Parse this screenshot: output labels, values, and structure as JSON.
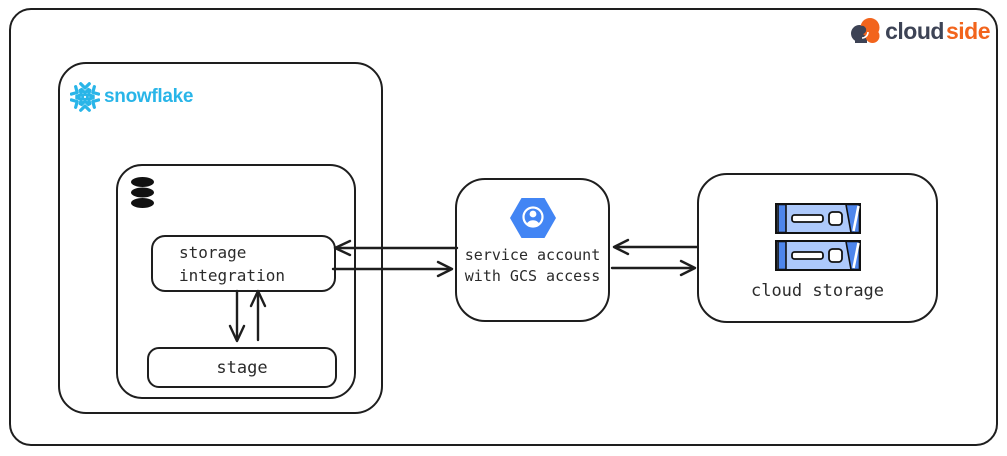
{
  "brand": {
    "name": "cloudside",
    "word_primary": "cloud",
    "word_accent": "side"
  },
  "snowflake": {
    "label": "snowflake"
  },
  "nodes": {
    "storage_integration": {
      "line1": "storage",
      "line2": "integration"
    },
    "stage": {
      "label": "stage"
    },
    "service_account": {
      "line1": "service account",
      "line2": "with GCS access"
    },
    "cloud_storage": {
      "label": "cloud storage"
    }
  },
  "icons": {
    "cloudside_cloud": "two-tone cloud mark",
    "snowflake": "six-arm chevron snowflake",
    "database": "stacked cylinder database",
    "service_account": "blue hexagon with person badge",
    "server": "blue server rack unit"
  },
  "colors": {
    "stroke": "#1e1e1e",
    "snowflake_blue": "#29b5e8",
    "gcp_blue": "#4285f4",
    "server_body": "#adc9fb",
    "server_accent": "#4e86ec",
    "brand_navy": "#3d4355",
    "brand_orange": "#f2641c",
    "icon_black": "#111111",
    "white": "#ffffff"
  }
}
